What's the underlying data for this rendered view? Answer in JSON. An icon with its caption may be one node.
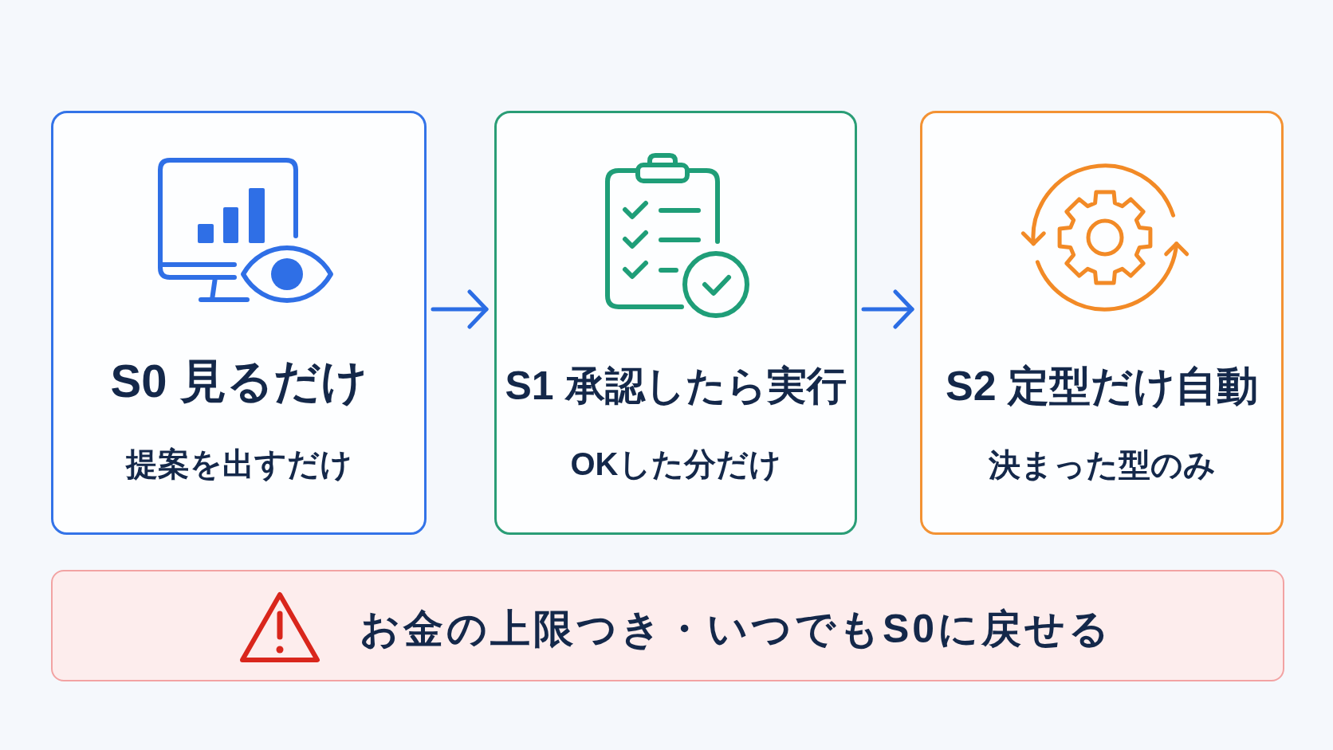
{
  "diagram": {
    "nodes": [
      {
        "text": [
          "S0 見るだけ",
          "提案を出すだけ"
        ]
      },
      {
        "text": [
          "S1 承認したら実行",
          "OKした分だけ"
        ]
      },
      {
        "text": [
          "S2 定型だけ自動",
          "決まった型のみ"
        ]
      },
      {
        "text": [
          "お金の上限つき・いつでもS0に戻せる"
        ]
      }
    ],
    "edges": [
      {
        "from": 0,
        "to": 1,
        "arrow": "to"
      },
      {
        "from": 1,
        "to": 2,
        "arrow": "to"
      }
    ]
  }
}
